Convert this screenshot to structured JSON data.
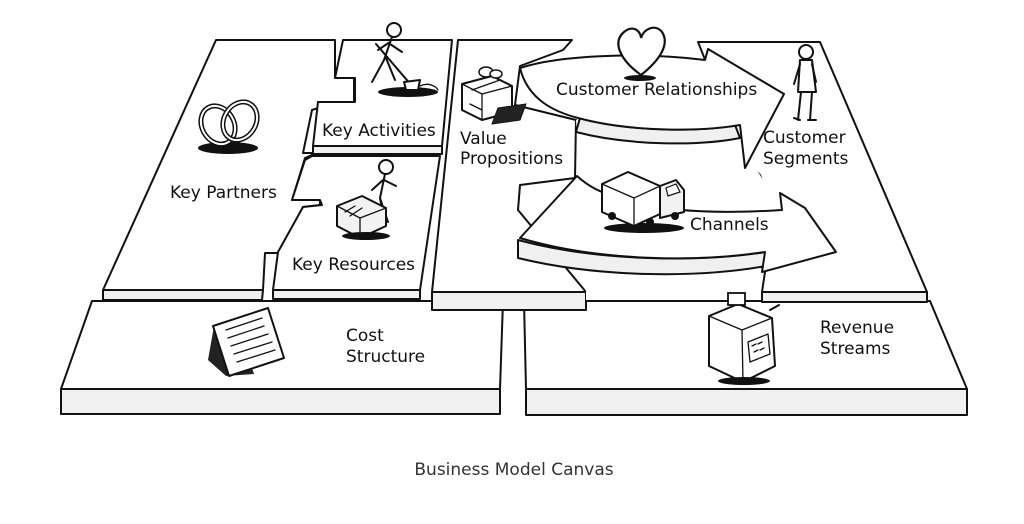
{
  "title": "Business Model Canvas",
  "blocks": {
    "key_partners": "Key Partners",
    "key_activities": "Key Activities",
    "key_resources": "Key Resources",
    "value_propositions": [
      "Value",
      "Propositions"
    ],
    "customer_relationships": "Customer Relationships",
    "channels": "Channels",
    "customer_segments": [
      "Customer",
      "Segments"
    ],
    "cost_structure": [
      "Cost",
      "Structure"
    ],
    "revenue_streams": [
      "Revenue",
      "Streams"
    ]
  },
  "icons": {
    "key_partners": "interlocked-rings-icon",
    "key_activities": "person-digging-icon",
    "key_resources": "person-with-machine-icon",
    "value_propositions": "gift-box-icon",
    "customer_relationships": "heart-icon",
    "channels": "delivery-truck-icon",
    "customer_segments": "standing-person-icon",
    "cost_structure": "invoice-document-icon",
    "revenue_streams": "cash-register-icon"
  }
}
